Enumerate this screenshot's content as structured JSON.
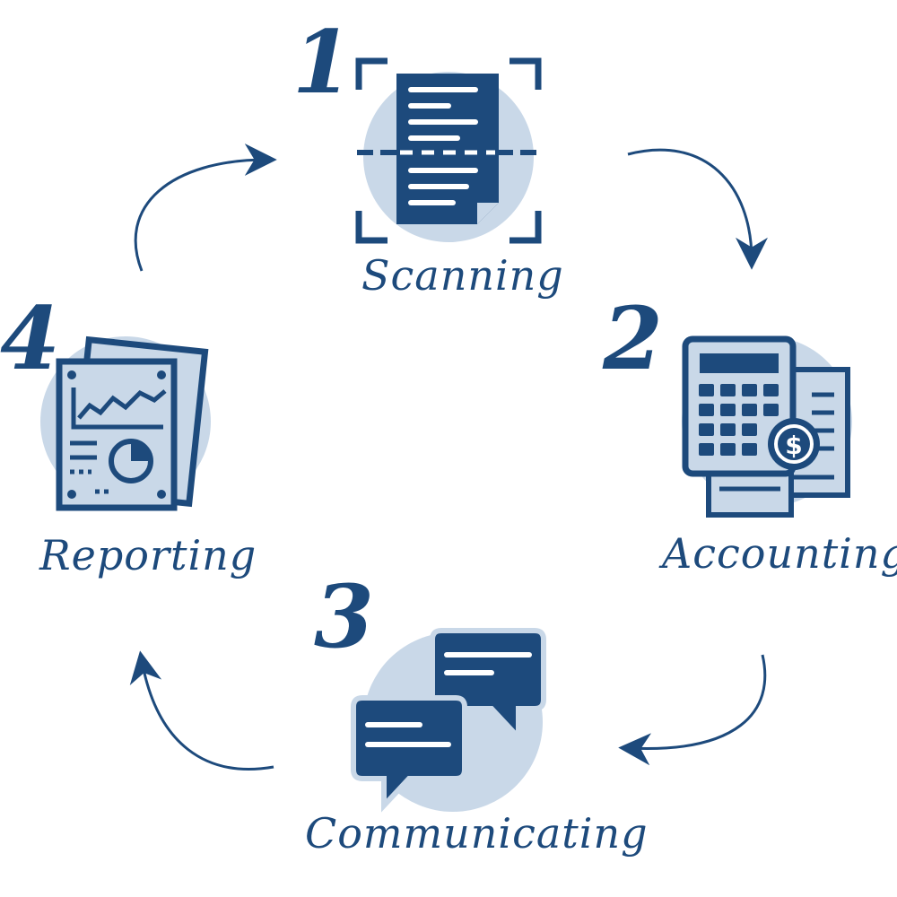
{
  "steps": [
    {
      "number": "1",
      "label": "Scanning",
      "icon": "scanned-document-icon"
    },
    {
      "number": "2",
      "label": "Accounting",
      "icon": "calculator-invoice-icon"
    },
    {
      "number": "3",
      "label": "Communicating",
      "icon": "chat-bubbles-icon"
    },
    {
      "number": "4",
      "label": "Reporting",
      "icon": "report-chart-icon"
    }
  ],
  "colors": {
    "primary": "#1d4a7c",
    "circle": "#c9d8e8",
    "background": "#ffffff"
  }
}
